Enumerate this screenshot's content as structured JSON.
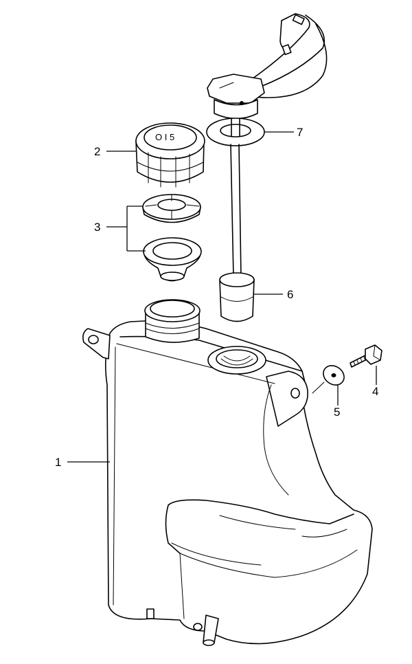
{
  "parts": [
    {
      "id": "tank",
      "callout": "1"
    },
    {
      "id": "cap",
      "callout": "2"
    },
    {
      "id": "filter-set",
      "callout": "3"
    },
    {
      "id": "bolt",
      "callout": "4"
    },
    {
      "id": "washer",
      "callout": "5"
    },
    {
      "id": "float",
      "callout": "6"
    },
    {
      "id": "gasket",
      "callout": "7"
    }
  ]
}
